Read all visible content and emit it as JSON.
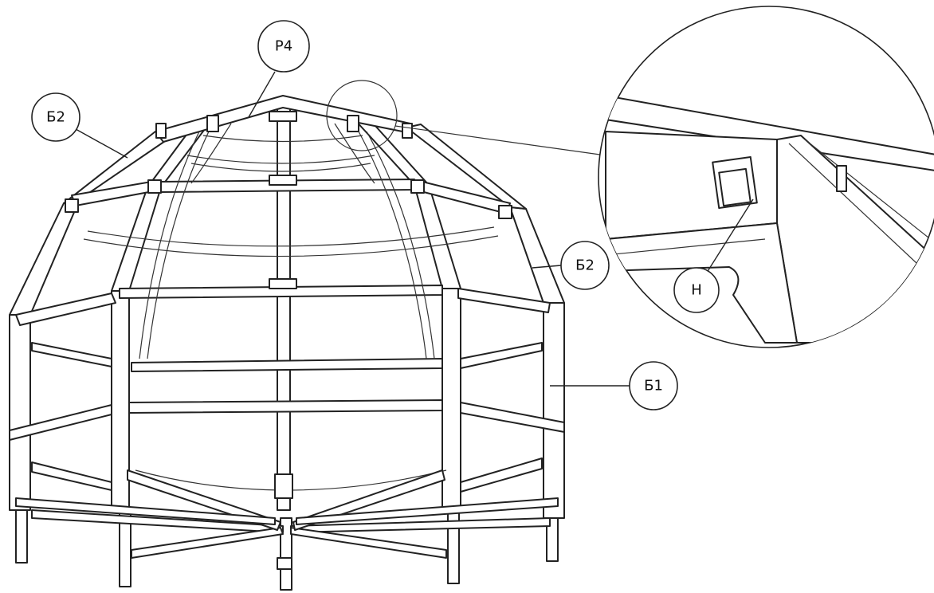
{
  "callouts": {
    "p4": "Р4",
    "b2_left": "Б2",
    "b2_right": "Б2",
    "b1": "Б1",
    "n": "Н"
  },
  "colors": {
    "line": "#222222",
    "background": "#ffffff"
  }
}
